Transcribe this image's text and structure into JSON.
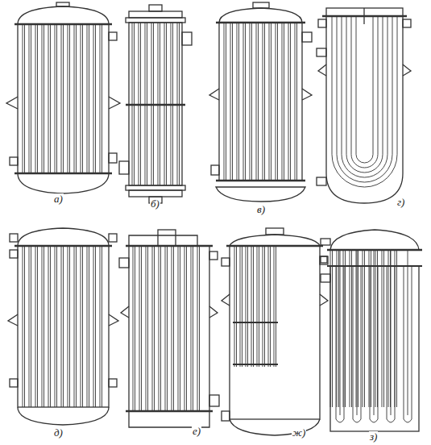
{
  "diagram": {
    "labels": [
      "а)",
      "б)",
      "в)",
      "г)",
      "д)",
      "е)",
      "ж)",
      "з)"
    ]
  }
}
